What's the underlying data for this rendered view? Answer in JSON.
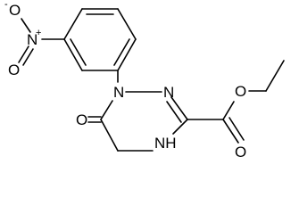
{
  "molecule": {
    "atoms": {
      "oxide_oxygen": {
        "element": "O",
        "charge": "-"
      },
      "nitro_nitrogen": {
        "element": "N",
        "charge": "+"
      },
      "nitro_oxygen": {
        "element": "O"
      },
      "ring_nitrogen_1": {
        "element": "N"
      },
      "ring_nitrogen_2": {
        "element": "N"
      },
      "ring_nh": {
        "element": "NH"
      },
      "carbonyl_oxygen": {
        "element": "O"
      },
      "ester_ether_oxygen": {
        "element": "O"
      },
      "ester_carbonyl_oxygen": {
        "element": "O"
      }
    }
  }
}
